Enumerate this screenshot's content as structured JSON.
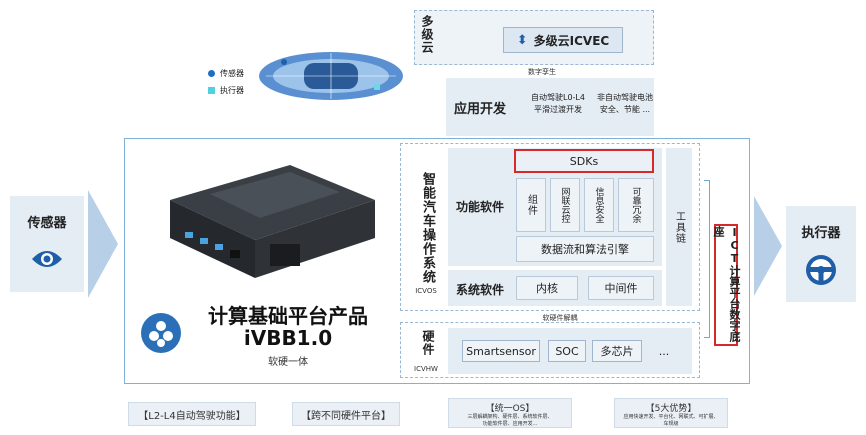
{
  "top": {
    "multi_cloud_label": "多级云",
    "icvec_label": "多级云ICVEC",
    "digital_twin": "数字孪生",
    "app_dev_label": "应用开发",
    "app_item_1_line1": "自动驾驶L0-L4",
    "app_item_1_line2": "平滑过渡开发",
    "app_item_2_line1": "非自动驾驶电池",
    "app_item_2_line2": "安全、节能 ..."
  },
  "car_legend": {
    "sensor": "传感器",
    "actuator": "执行器"
  },
  "left": {
    "sensor_label": "传感器"
  },
  "right": {
    "actuator_label": "执行器"
  },
  "product": {
    "title": "计算基础平台产品",
    "model": "iVBB1.0",
    "subtitle": "软硬一体"
  },
  "icvos": {
    "title": "智能汽车操作系统",
    "code": "ICVOS",
    "sdks": "SDKs",
    "func_software": "功能软件",
    "components": [
      "组件",
      "网联云控",
      "信息安全",
      "可靠冗余"
    ],
    "dataflow": "数据流和算法引擎",
    "sys_software": "系统软件",
    "kernel": "内核",
    "middleware": "中间件",
    "toolchain": "工具链",
    "decoupling": "软硬件解耦"
  },
  "ict_label": "ICT计算平台数字底座",
  "hw": {
    "title": "硬件",
    "code": "ICVHW",
    "items": [
      "Smartsensor",
      "SOC",
      "多芯片",
      "..."
    ]
  },
  "bottom": {
    "tag1": "【L2-L4自动驾驶功能】",
    "tag2": "【跨不同硬件平台】",
    "tag3_title": "【统一OS】",
    "tag3_line1": "三层解耦架构、硬件层、系统软件层、",
    "tag3_line2": "功能软件层、应用开发...",
    "tag4_title": "【5大优势】",
    "tag4_line1": "应用快速开发、平台化、网联式、可扩展、",
    "tag4_line2": "车规级"
  },
  "colors": {
    "accent_blue": "#1f5fa8",
    "frame_blue": "#6fa9d6",
    "highlight_red": "#d62a2a",
    "panel_fill": "#e4ecf4"
  }
}
